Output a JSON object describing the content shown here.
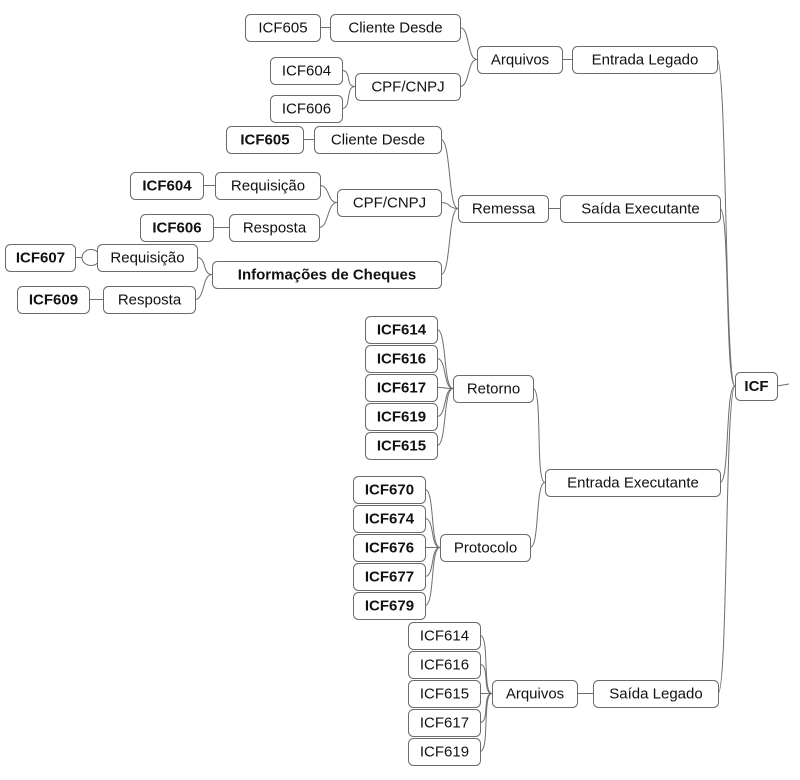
{
  "diagram": {
    "nodes": [
      {
        "id": "icf",
        "label": "ICF",
        "bold": true
      },
      {
        "id": "entrada_legado",
        "label": "Entrada Legado"
      },
      {
        "id": "arquivos_el",
        "label": "Arquivos"
      },
      {
        "id": "cliente_desde_el",
        "label": "Cliente Desde"
      },
      {
        "id": "el_icf605",
        "label": "ICF605"
      },
      {
        "id": "cpfcnpj_el",
        "label": "CPF/CNPJ"
      },
      {
        "id": "el_icf604",
        "label": "ICF604"
      },
      {
        "id": "el_icf606",
        "label": "ICF606"
      },
      {
        "id": "saida_executante",
        "label": "Saída Executante"
      },
      {
        "id": "remessa",
        "label": "Remessa"
      },
      {
        "id": "cliente_desde_se",
        "label": "Cliente Desde"
      },
      {
        "id": "se_icf605",
        "label": "ICF605",
        "bold": true
      },
      {
        "id": "cpfcnpj_se",
        "label": "CPF/CNPJ"
      },
      {
        "id": "requisicao_cpf",
        "label": "Requisição"
      },
      {
        "id": "se_icf604",
        "label": "ICF604",
        "bold": true
      },
      {
        "id": "resposta_cpf",
        "label": "Resposta"
      },
      {
        "id": "se_icf606",
        "label": "ICF606",
        "bold": true
      },
      {
        "id": "info_cheques",
        "label": "Informações de Cheques",
        "bold": true
      },
      {
        "id": "requisicao_chq",
        "label": "Requisição"
      },
      {
        "id": "se_icf607",
        "label": "ICF607",
        "bold": true
      },
      {
        "id": "resposta_chq",
        "label": "Resposta"
      },
      {
        "id": "se_icf609",
        "label": "ICF609",
        "bold": true
      },
      {
        "id": "entrada_executante",
        "label": "Entrada Executante"
      },
      {
        "id": "retorno",
        "label": "Retorno"
      },
      {
        "id": "ret_icf614",
        "label": "ICF614",
        "bold": true
      },
      {
        "id": "ret_icf616",
        "label": "ICF616",
        "bold": true
      },
      {
        "id": "ret_icf617",
        "label": "ICF617",
        "bold": true
      },
      {
        "id": "ret_icf619",
        "label": "ICF619",
        "bold": true
      },
      {
        "id": "ret_icf615",
        "label": "ICF615",
        "bold": true
      },
      {
        "id": "protocolo",
        "label": "Protocolo"
      },
      {
        "id": "pro_icf670",
        "label": "ICF670",
        "bold": true
      },
      {
        "id": "pro_icf674",
        "label": "ICF674",
        "bold": true
      },
      {
        "id": "pro_icf676",
        "label": "ICF676",
        "bold": true
      },
      {
        "id": "pro_icf677",
        "label": "ICF677",
        "bold": true
      },
      {
        "id": "pro_icf679",
        "label": "ICF679",
        "bold": true
      },
      {
        "id": "saida_legado",
        "label": "Saída Legado"
      },
      {
        "id": "arquivos_sl",
        "label": "Arquivos"
      },
      {
        "id": "sl_icf614",
        "label": "ICF614"
      },
      {
        "id": "sl_icf616",
        "label": "ICF616"
      },
      {
        "id": "sl_icf615",
        "label": "ICF615"
      },
      {
        "id": "sl_icf617",
        "label": "ICF617"
      },
      {
        "id": "sl_icf619",
        "label": "ICF619"
      }
    ],
    "edges": [
      [
        "icf",
        "entrada_legado"
      ],
      [
        "icf",
        "saida_executante"
      ],
      [
        "icf",
        "entrada_executante"
      ],
      [
        "icf",
        "saida_legado"
      ],
      [
        "entrada_legado",
        "arquivos_el"
      ],
      [
        "arquivos_el",
        "cliente_desde_el"
      ],
      [
        "arquivos_el",
        "cpfcnpj_el"
      ],
      [
        "cliente_desde_el",
        "el_icf605"
      ],
      [
        "cpfcnpj_el",
        "el_icf604"
      ],
      [
        "cpfcnpj_el",
        "el_icf606"
      ],
      [
        "saida_executante",
        "remessa"
      ],
      [
        "remessa",
        "cliente_desde_se"
      ],
      [
        "remessa",
        "cpfcnpj_se"
      ],
      [
        "remessa",
        "info_cheques"
      ],
      [
        "cliente_desde_se",
        "se_icf605"
      ],
      [
        "cpfcnpj_se",
        "requisicao_cpf"
      ],
      [
        "cpfcnpj_se",
        "resposta_cpf"
      ],
      [
        "requisicao_cpf",
        "se_icf604"
      ],
      [
        "resposta_cpf",
        "se_icf606"
      ],
      [
        "info_cheques",
        "requisicao_chq"
      ],
      [
        "info_cheques",
        "resposta_chq"
      ],
      [
        "requisicao_chq",
        "se_icf607"
      ],
      [
        "resposta_chq",
        "se_icf609"
      ],
      [
        "entrada_executante",
        "retorno"
      ],
      [
        "entrada_executante",
        "protocolo"
      ],
      [
        "retorno",
        "ret_icf614"
      ],
      [
        "retorno",
        "ret_icf616"
      ],
      [
        "retorno",
        "ret_icf617"
      ],
      [
        "retorno",
        "ret_icf619"
      ],
      [
        "retorno",
        "ret_icf615"
      ],
      [
        "protocolo",
        "pro_icf670"
      ],
      [
        "protocolo",
        "pro_icf674"
      ],
      [
        "protocolo",
        "pro_icf676"
      ],
      [
        "protocolo",
        "pro_icf677"
      ],
      [
        "protocolo",
        "pro_icf679"
      ],
      [
        "saida_legado",
        "arquivos_sl"
      ],
      [
        "arquivos_sl",
        "sl_icf614"
      ],
      [
        "arquivos_sl",
        "sl_icf616"
      ],
      [
        "arquivos_sl",
        "sl_icf615"
      ],
      [
        "arquivos_sl",
        "sl_icf617"
      ],
      [
        "arquivos_sl",
        "sl_icf619"
      ]
    ]
  }
}
